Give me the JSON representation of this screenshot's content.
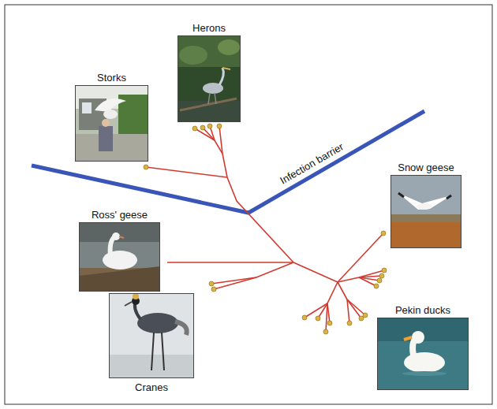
{
  "diagram": {
    "nodes": [
      {
        "text": [
          "Herons"
        ]
      },
      {
        "text": [
          "Storks"
        ]
      },
      {
        "text": [
          "Snow geese"
        ]
      },
      {
        "text": [
          "Ross' geese"
        ]
      },
      {
        "text": [
          "Pekin ducks"
        ]
      },
      {
        "text": [
          "Cranes"
        ]
      }
    ],
    "labels": [
      "Infection barrier"
    ]
  }
}
